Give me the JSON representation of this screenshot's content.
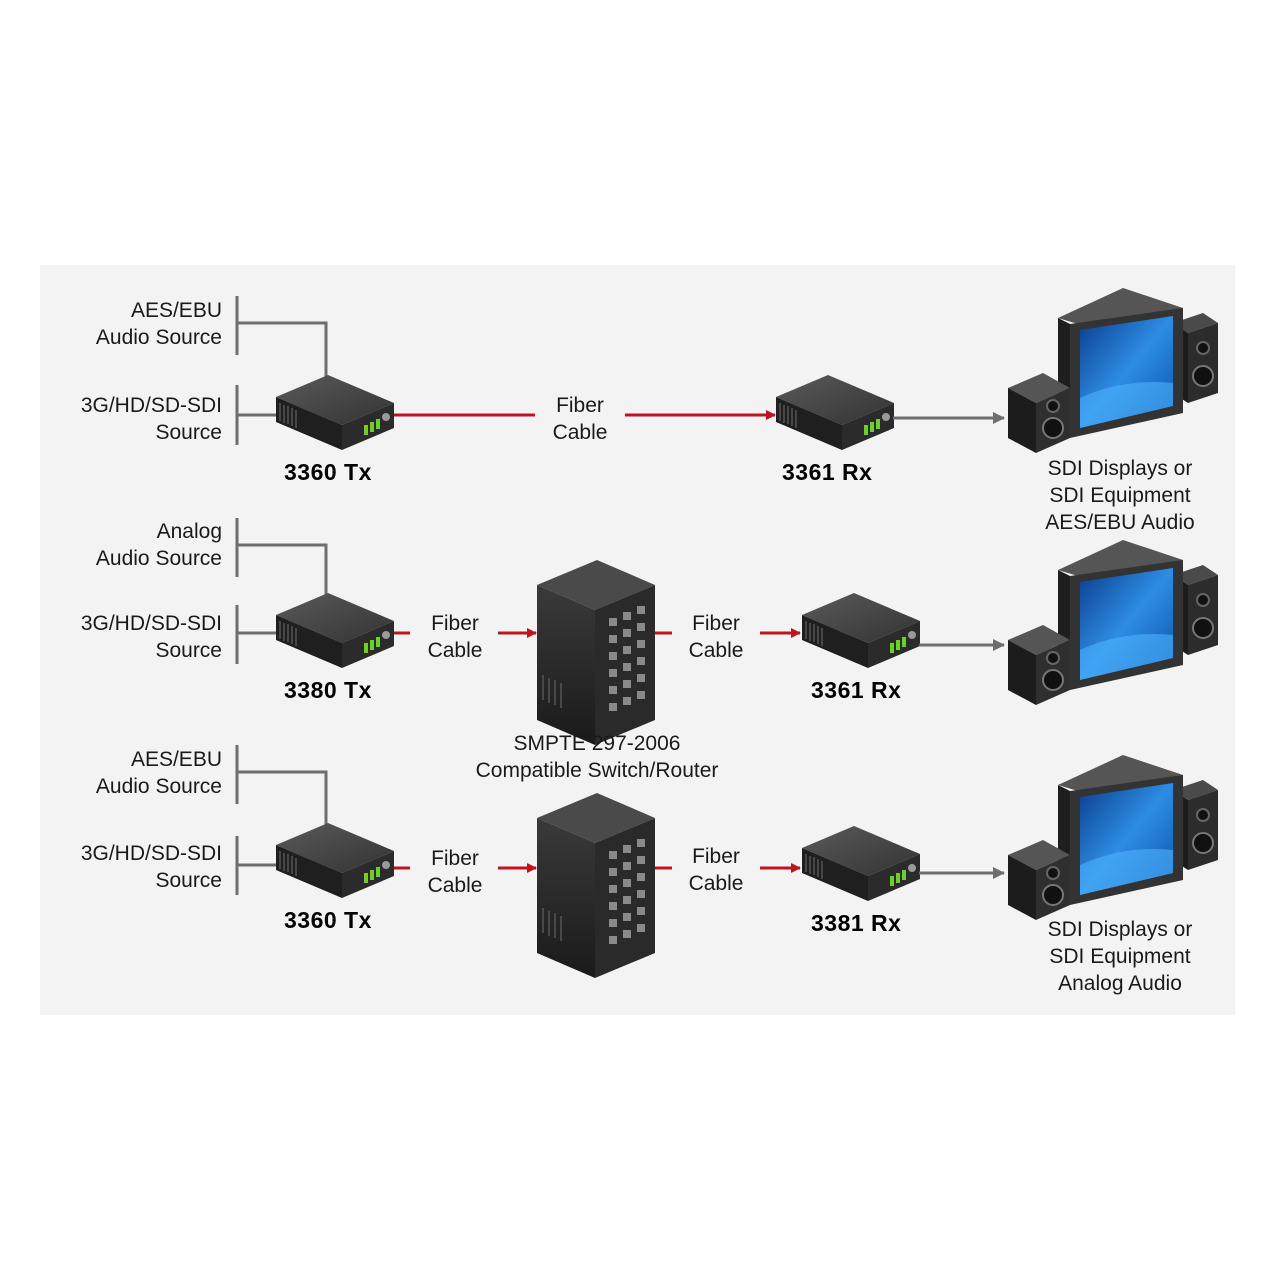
{
  "row1": {
    "audio_label": "AES/EBU\nAudio Source",
    "video_label": "3G/HD/SD-SDI\nSource",
    "tx_model": "3360 Tx",
    "fiber_label": "Fiber\nCable",
    "rx_model": "3361 Rx",
    "dest_label": "SDI Displays or\nSDI Equipment\nAES/EBU Audio"
  },
  "row2": {
    "audio_label": "Analog\nAudio Source",
    "video_label": "3G/HD/SD-SDI\nSource",
    "tx_model": "3380 Tx",
    "fiber_in_label": "Fiber\nCable",
    "fiber_out_label": "Fiber\nCable",
    "rx_model": "3361 Rx"
  },
  "row3": {
    "audio_label": "AES/EBU\nAudio Source",
    "video_label": "3G/HD/SD-SDI\nSource",
    "tx_model": "3360 Tx",
    "fiber_in_label": "Fiber\nCable",
    "fiber_out_label": "Fiber\nCable",
    "rx_model": "3381 Rx",
    "dest_label": "SDI Displays or\nSDI Equipment\nAnalog Audio"
  },
  "switch_label": "SMPTE 297-2006\nCompatible Switch/Router",
  "colors": {
    "fiber": "#c1121f",
    "wire": "#6e6e6e",
    "device": "#2e2e2e",
    "led": "#6fcf2a",
    "screen": "#1a6fc9"
  }
}
